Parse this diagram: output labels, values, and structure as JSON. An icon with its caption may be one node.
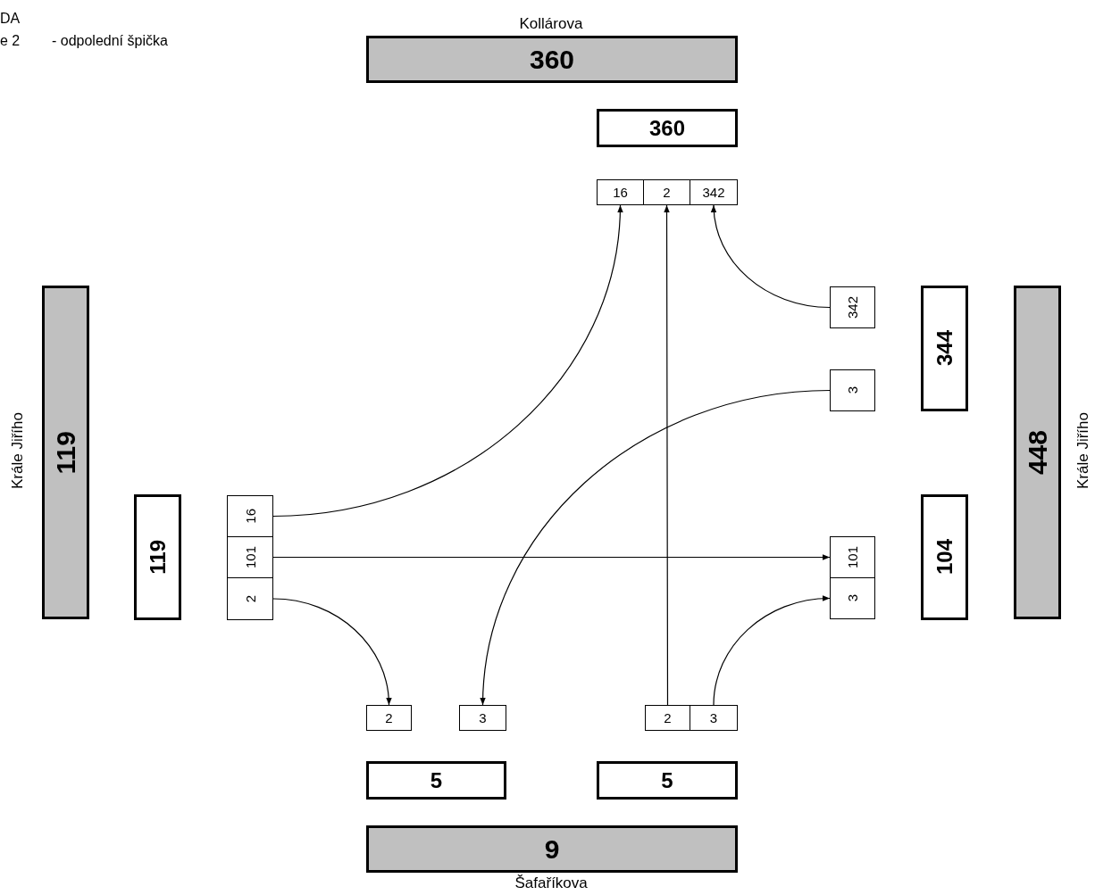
{
  "diagram": {
    "nodes": [
      {
        "text": [
          "360"
        ],
        "beside": [
          "Kollárova"
        ]
      },
      {
        "text": [
          "360"
        ]
      },
      {
        "text": [
          "16"
        ]
      },
      {
        "text": [
          "2"
        ]
      },
      {
        "text": [
          "342"
        ]
      },
      {
        "text": [
          "119"
        ],
        "beside": [
          "Krále Jiřího"
        ]
      },
      {
        "text": [
          "119"
        ]
      },
      {
        "text": [
          "16"
        ]
      },
      {
        "text": [
          "101"
        ]
      },
      {
        "text": [
          "2"
        ]
      },
      {
        "text": [
          "448"
        ],
        "beside": [
          "Krále Jiřího"
        ]
      },
      {
        "text": [
          "344"
        ]
      },
      {
        "text": [
          "104"
        ]
      },
      {
        "text": [
          "342"
        ]
      },
      {
        "text": [
          "3"
        ]
      },
      {
        "text": [
          "101"
        ]
      },
      {
        "text": [
          "3"
        ]
      },
      {
        "text": [
          "2"
        ]
      },
      {
        "text": [
          "3"
        ]
      },
      {
        "text": [
          "2"
        ]
      },
      {
        "text": [
          "3"
        ]
      },
      {
        "text": [
          "5"
        ]
      },
      {
        "text": [
          "5"
        ]
      },
      {
        "text": [
          "9"
        ],
        "beside": [
          "Šafaříkova"
        ]
      }
    ],
    "edges": [
      {
        "from": 7,
        "to": 2,
        "arrow": "to"
      },
      {
        "from": 8,
        "to": 15,
        "arrow": "to"
      },
      {
        "from": 9,
        "to": 17,
        "arrow": "to"
      },
      {
        "from": 14,
        "to": 18,
        "arrow": "to"
      },
      {
        "from": 19,
        "to": 3,
        "arrow": "to"
      },
      {
        "from": 20,
        "to": 16,
        "arrow": "to"
      },
      {
        "from": 13,
        "to": 4,
        "arrow": "to"
      }
    ],
    "labels": [
      "DA",
      "e 2",
      "- odpolední špička"
    ]
  }
}
